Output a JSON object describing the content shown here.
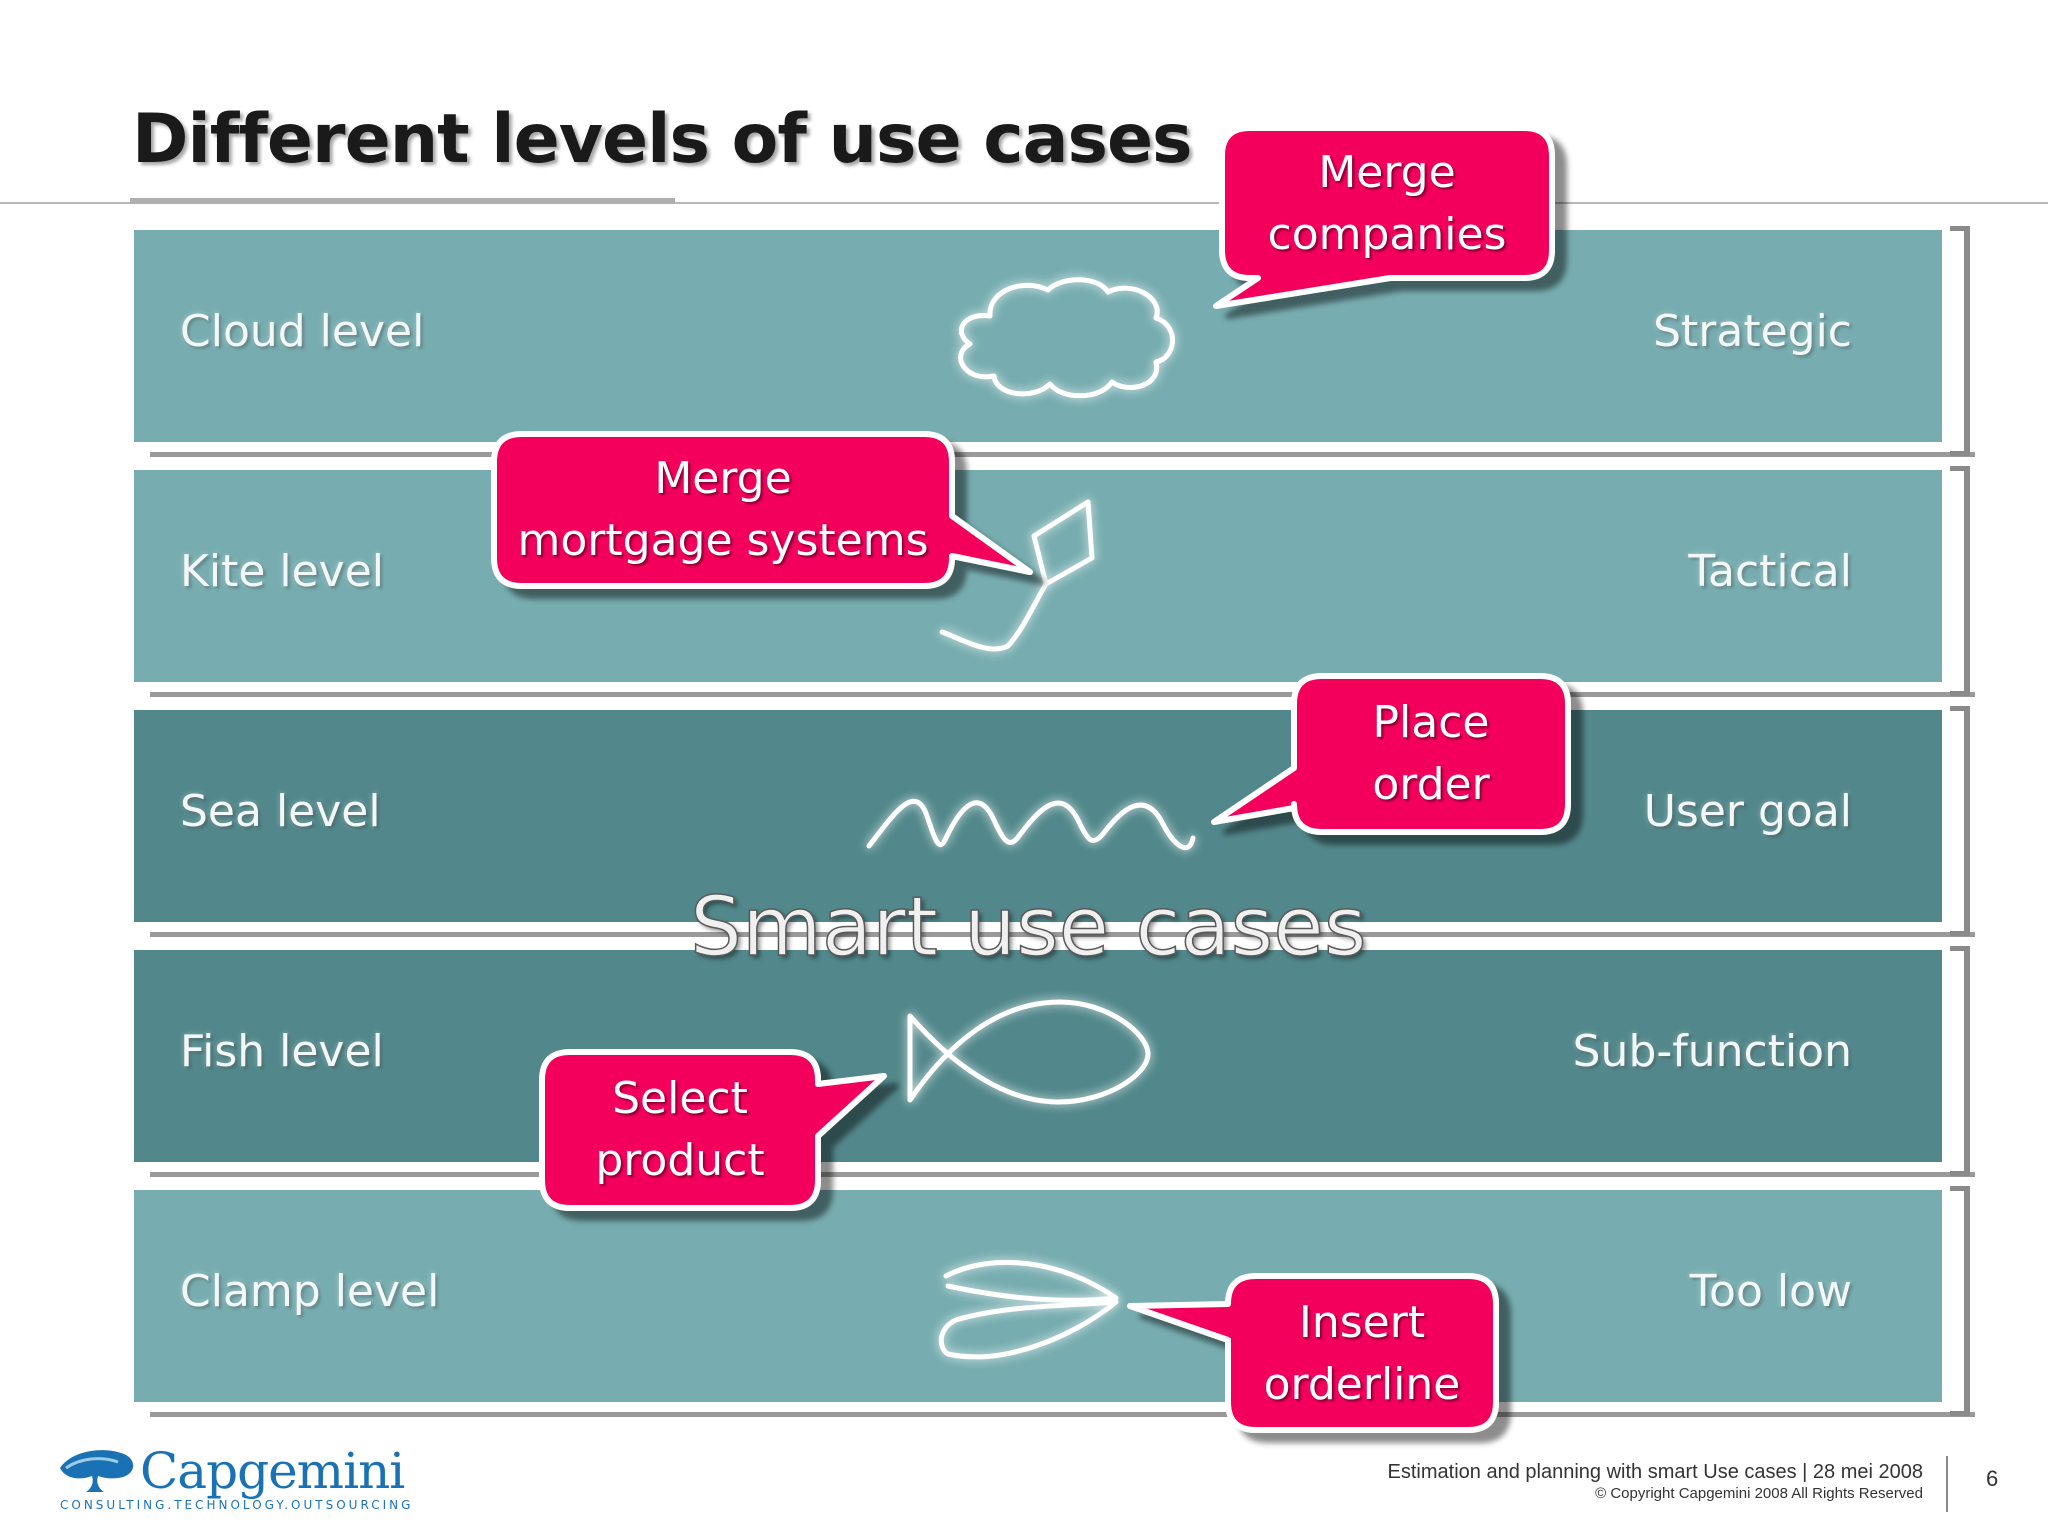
{
  "slide": {
    "title": "Different levels of use cases",
    "center_label": "Smart use cases"
  },
  "bands": [
    {
      "label": "Cloud level",
      "goal": "Strategic",
      "icon": "cloud-icon"
    },
    {
      "label": "Kite level",
      "goal": "Tactical",
      "icon": "kite-icon"
    },
    {
      "label": "Sea level",
      "goal": "User goal",
      "icon": "wave-icon"
    },
    {
      "label": "Fish level",
      "goal": "Sub-function",
      "icon": "fish-icon"
    },
    {
      "label": "Clamp level",
      "goal": "Too low",
      "icon": "clamp-icon"
    }
  ],
  "callouts": [
    {
      "text": "Merge\ncompanies"
    },
    {
      "text": "Merge\nmortgage systems"
    },
    {
      "text": "Place\norder"
    },
    {
      "text": "Select\nproduct"
    },
    {
      "text": "Insert\norderline"
    }
  ],
  "footer": {
    "brand": "Capgemini",
    "tagline": "CONSULTING.TECHNOLOGY.OUTSOURCING",
    "presentation": "Estimation and planning with smart Use cases | 28 mei 2008",
    "copyright": "© Copyright Capgemini 2008 All Rights Reserved",
    "page_number": "6"
  },
  "colors": {
    "band_light": "#77adb0",
    "band_dark": "#52888b",
    "callout": "#f3035c",
    "brand": "#1a72b5"
  }
}
